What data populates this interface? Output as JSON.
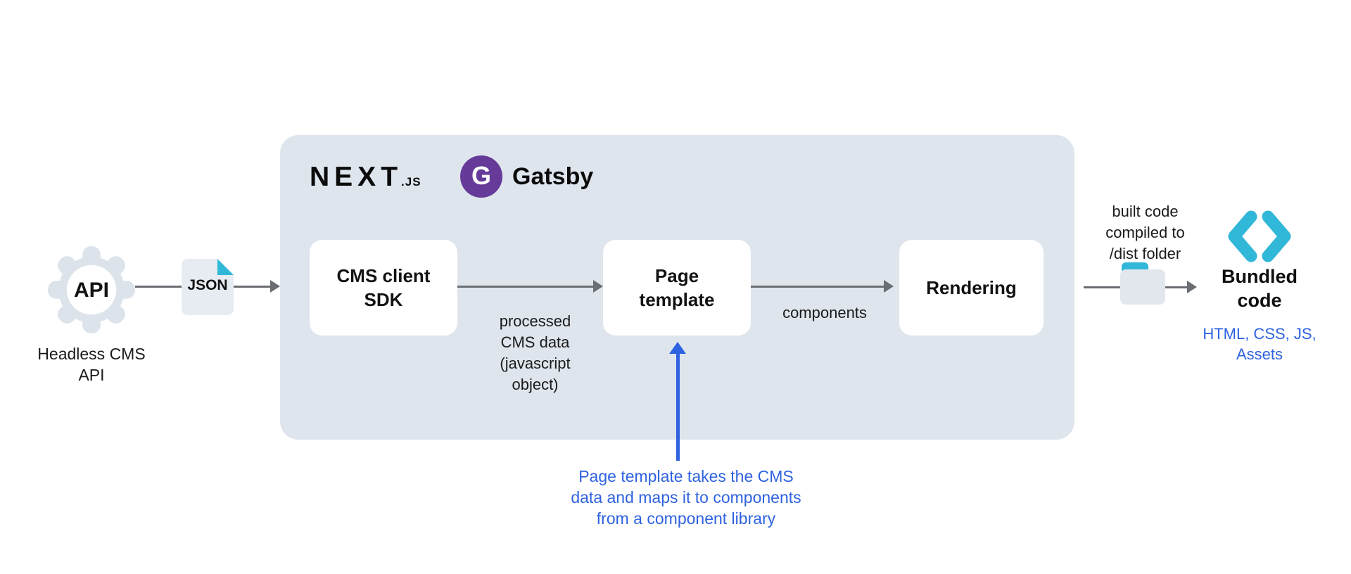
{
  "diagram": {
    "api": {
      "label": "API",
      "caption_lines": [
        "Headless CMS",
        "API"
      ]
    },
    "json_file": {
      "label": "JSON"
    },
    "framework_container": {
      "nextjs_logo": {
        "text": "NEXT",
        "suffix": ".JS"
      },
      "gatsby_logo": {
        "monogram": "G",
        "text": "Gatsby"
      },
      "nodes": [
        {
          "id": "cms-client-sdk",
          "lines": [
            "CMS client",
            "SDK"
          ]
        },
        {
          "id": "page-template",
          "lines": [
            "Page",
            "template"
          ]
        },
        {
          "id": "rendering",
          "lines": [
            "Rendering"
          ]
        }
      ],
      "edges": [
        {
          "label_lines": [
            "processed",
            "CMS data",
            "(javascript",
            "object)"
          ]
        },
        {
          "label_lines": [
            "components"
          ]
        }
      ]
    },
    "output": {
      "folder_caption_lines": [
        "built code",
        "compiled to",
        "/dist folder"
      ],
      "title_lines": [
        "Bundled",
        "code"
      ],
      "formats_lines": [
        "HTML, CSS, JS,",
        "Assets"
      ]
    },
    "annotation": {
      "lines": [
        "Page template takes the CMS",
        "data and maps it to components",
        "from a component library"
      ]
    }
  },
  "colors": {
    "container_bg": "#dfe5ed",
    "icon_gray": "#dce3eb",
    "file_gray": "#e7ecf2",
    "teal": "#31b7d8",
    "arrow_gray": "#6a6e72",
    "blue": "#2e62e0",
    "gatsby_purple": "#663a99",
    "text_black": "#121212"
  }
}
